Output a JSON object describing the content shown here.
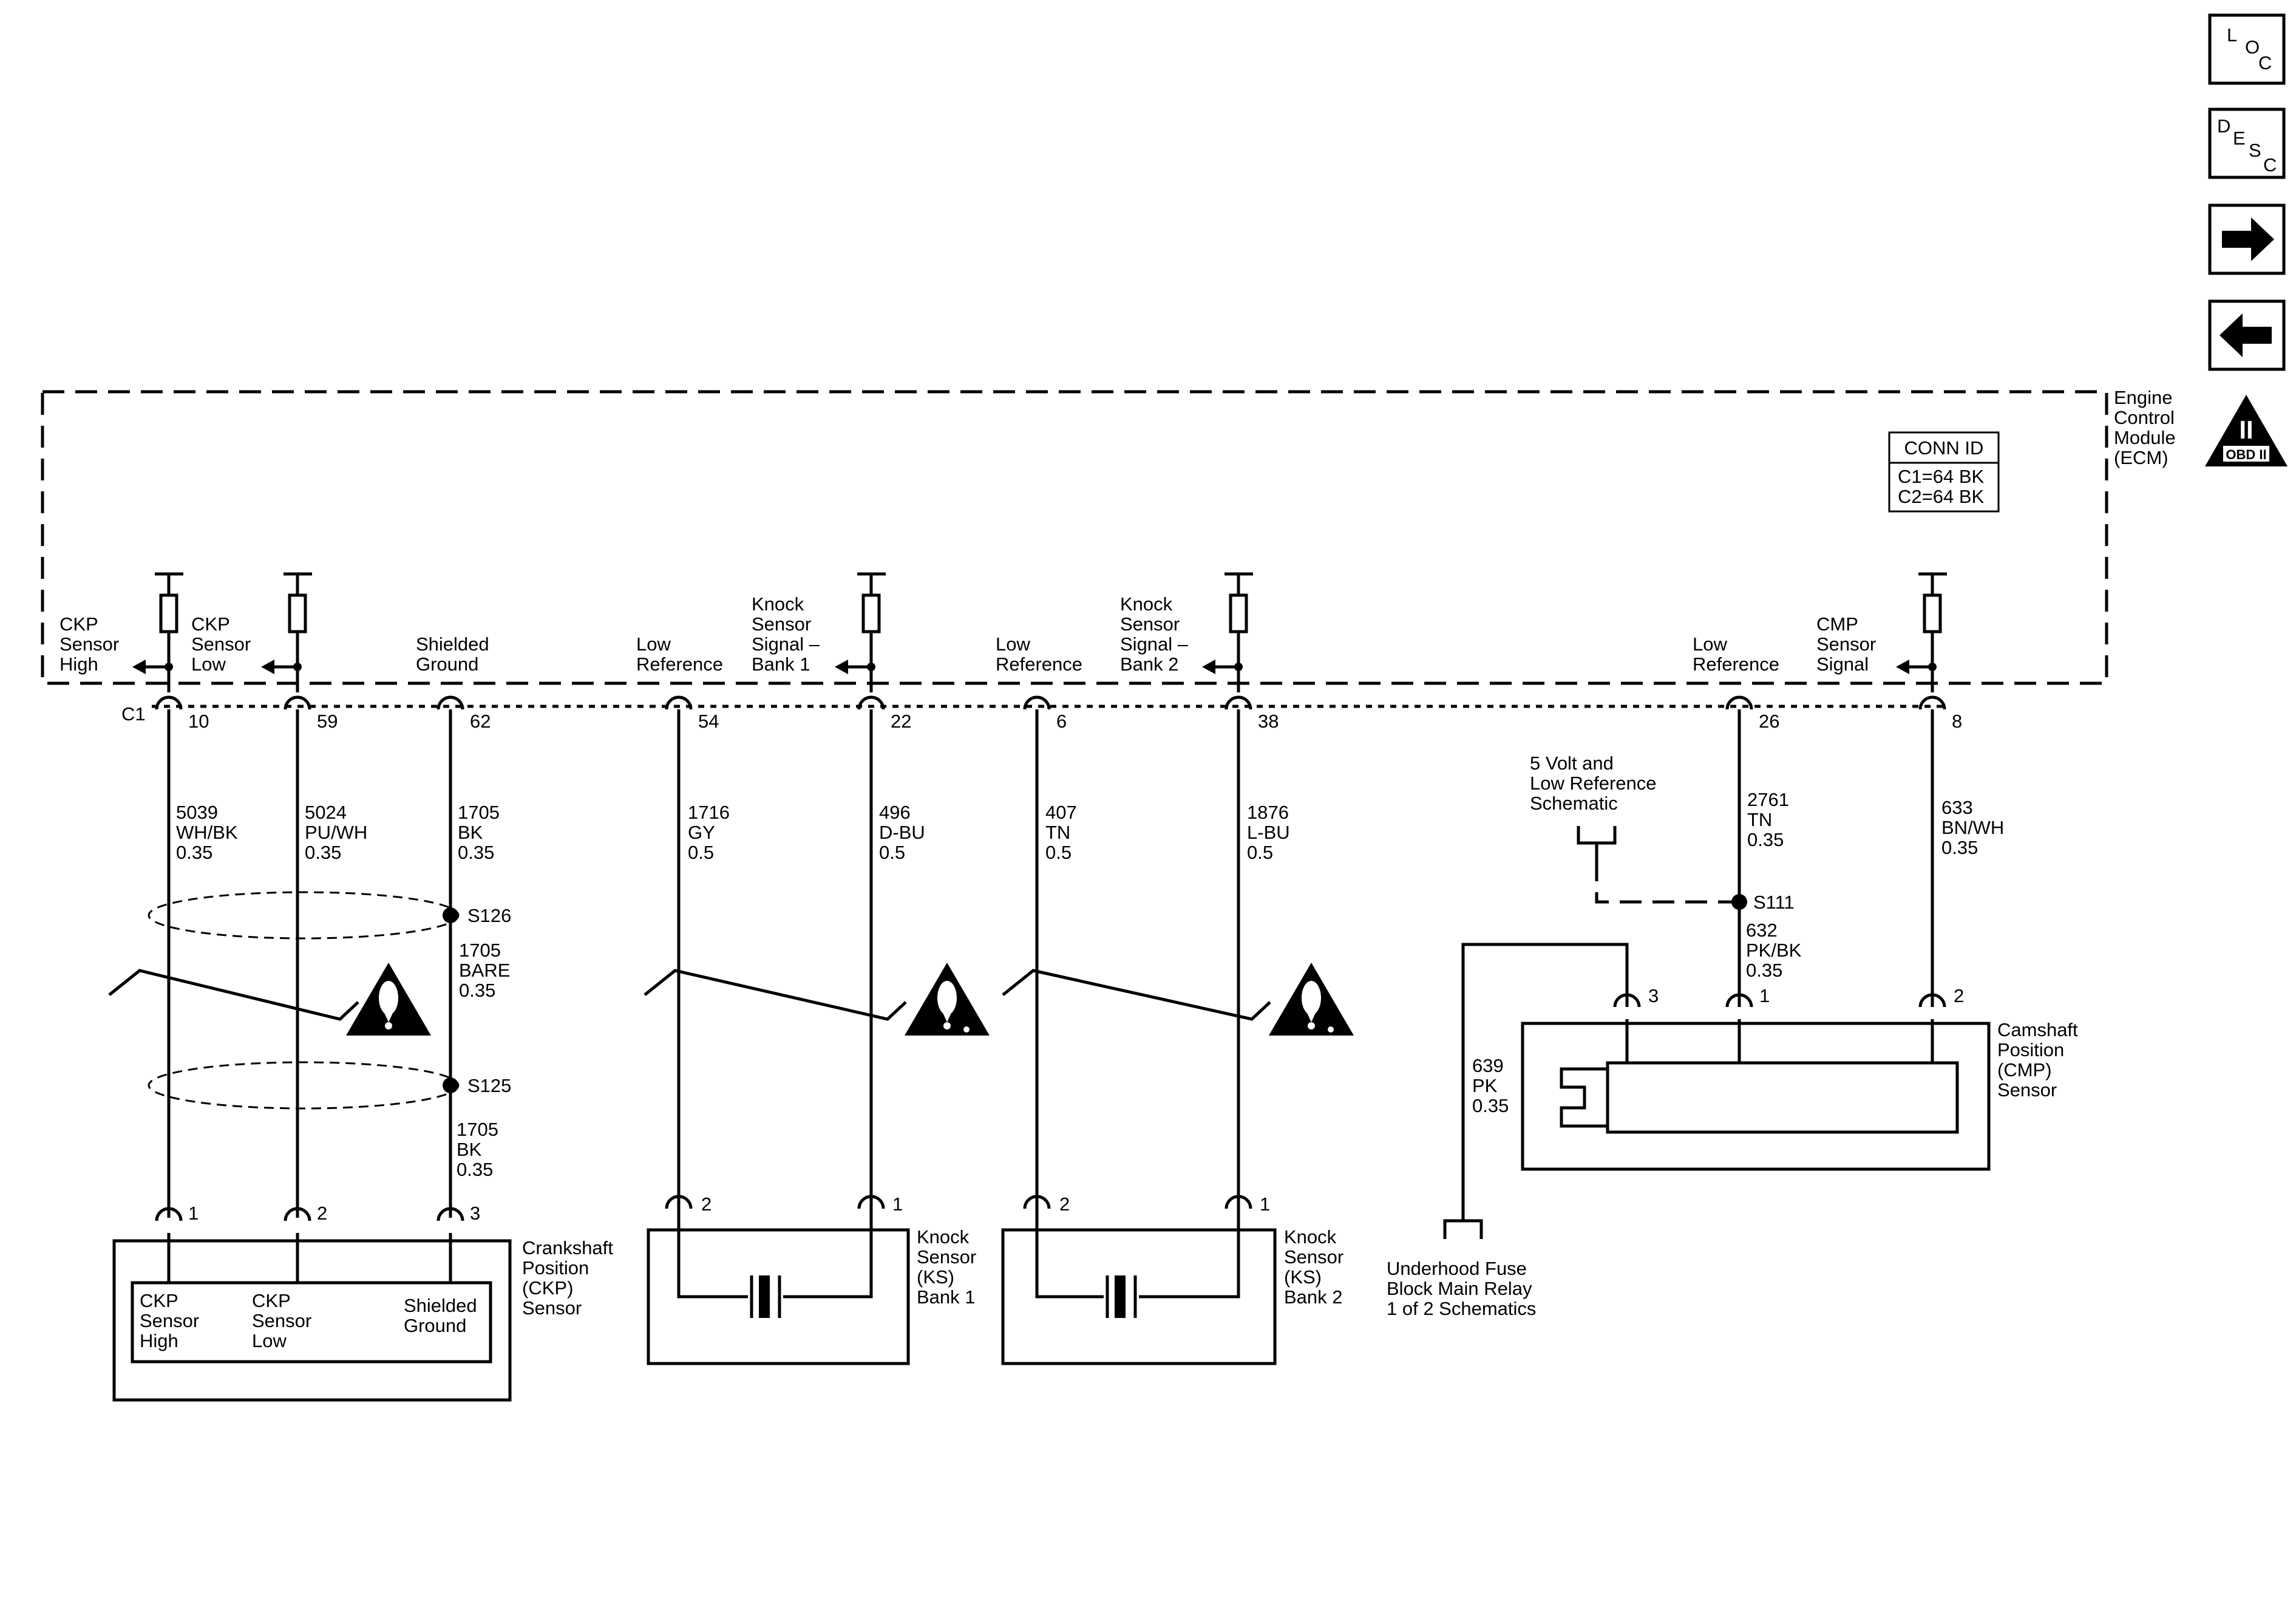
{
  "ecm": {
    "name_lines": [
      "Engine",
      "Control",
      "Module",
      "(ECM)"
    ],
    "conn_id": {
      "title": "CONN ID",
      "c1": "C1=64 BK",
      "c2": "C2=64 BK"
    },
    "connector_label": "C1"
  },
  "nav": {
    "loc": [
      "L",
      "O",
      "C"
    ],
    "desc": [
      "D",
      "E",
      "S",
      "C"
    ],
    "forward": "right-arrow-icon",
    "back": "left-arrow-icon",
    "obd_roman": "II",
    "obd_text": "OBD II"
  },
  "pin_labels": [
    {
      "lines": [
        "CKP",
        "Sensor",
        "High"
      ]
    },
    {
      "lines": [
        "CKP",
        "Sensor",
        "Low"
      ]
    },
    {
      "lines": [
        "Shielded",
        "Ground"
      ]
    },
    {
      "lines": [
        "Low",
        "Reference"
      ]
    },
    {
      "lines": [
        "Knock",
        "Sensor",
        "Signal –",
        "Bank 1"
      ]
    },
    {
      "lines": [
        "Low",
        "Reference"
      ]
    },
    {
      "lines": [
        "Knock",
        "Sensor",
        "Signal –",
        "Bank 2"
      ]
    },
    {
      "lines": [
        "Low",
        "Reference"
      ]
    },
    {
      "lines": [
        "CMP",
        "Sensor",
        "Signal"
      ]
    }
  ],
  "ecm_pins": [
    "10",
    "59",
    "62",
    "54",
    "22",
    "6",
    "38",
    "26",
    "8"
  ],
  "wires": [
    {
      "lines": [
        "5039",
        "WH/BK",
        "0.35"
      ]
    },
    {
      "lines": [
        "5024",
        "PU/WH",
        "0.35"
      ]
    },
    {
      "lines": [
        "1705",
        "BK",
        "0.35"
      ]
    },
    {
      "lines": [
        "1716",
        "GY",
        "0.5"
      ]
    },
    {
      "lines": [
        "496",
        "D-BU",
        "0.5"
      ]
    },
    {
      "lines": [
        "407",
        "TN",
        "0.5"
      ]
    },
    {
      "lines": [
        "1876",
        "L-BU",
        "0.5"
      ]
    },
    {
      "lines": [
        "2761",
        "TN",
        "0.35"
      ]
    },
    {
      "lines": [
        "633",
        "BN/WH",
        "0.35"
      ]
    },
    {
      "lines": [
        "1705",
        "BARE",
        "0.35"
      ]
    },
    {
      "lines": [
        "1705",
        "BK",
        "0.35"
      ]
    },
    {
      "lines": [
        "632",
        "PK/BK",
        "0.35"
      ]
    },
    {
      "lines": [
        "639",
        "PK",
        "0.35"
      ]
    }
  ],
  "splices": {
    "s126": "S126",
    "s125": "S125",
    "s111": "S111"
  },
  "ckp": {
    "pins": [
      "1",
      "2",
      "3"
    ],
    "name_lines": [
      "Crankshaft",
      "Position",
      "(CKP)",
      "Sensor"
    ],
    "inner": [
      {
        "lines": [
          "CKP",
          "Sensor",
          "High"
        ]
      },
      {
        "lines": [
          "CKP",
          "Sensor",
          "Low"
        ]
      },
      {
        "lines": [
          "Shielded",
          "Ground"
        ]
      }
    ]
  },
  "ks1": {
    "pins": [
      "2",
      "1"
    ],
    "name_lines": [
      "Knock",
      "Sensor",
      "(KS)",
      "Bank 1"
    ]
  },
  "ks2": {
    "pins": [
      "2",
      "1"
    ],
    "name_lines": [
      "Knock",
      "Sensor",
      "(KS)",
      "Bank 2"
    ]
  },
  "cmp": {
    "pins": [
      "3",
      "1",
      "2"
    ],
    "name_lines": [
      "Camshaft",
      "Position",
      "(CMP)",
      "Sensor"
    ]
  },
  "refs": {
    "five_volt": [
      "5 Volt and",
      "Low Reference",
      "Schematic"
    ],
    "underhood": [
      "Underhood Fuse",
      "Block Main Relay",
      "1 of 2 Schematics"
    ]
  }
}
